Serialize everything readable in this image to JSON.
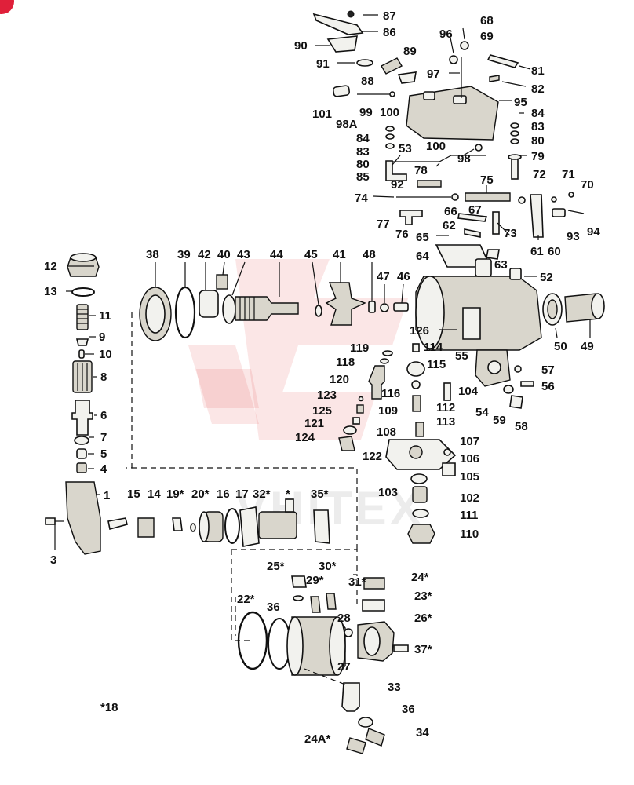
{
  "watermark": "VHITEX",
  "note": "*18",
  "labels": {
    "l87": "87",
    "l86": "86",
    "l90": "90",
    "l91": "91",
    "l88": "88",
    "l89": "89",
    "l96": "96",
    "l68": "68",
    "l69": "69",
    "l97": "97",
    "l81": "81",
    "l82": "82",
    "l95": "95",
    "l101": "101",
    "l99": "99",
    "l100a": "100",
    "l98A": "98A",
    "l84a": "84",
    "l83a": "83",
    "l80a": "80",
    "l85": "85",
    "l53": "53",
    "l100b": "100",
    "l98": "98",
    "l84b": "84",
    "l83b": "83",
    "l80b": "80",
    "l79": "79",
    "l78": "78",
    "l92": "92",
    "l75": "75",
    "l72": "72",
    "l71": "71",
    "l70": "70",
    "l74": "74",
    "l66": "66",
    "l67": "67",
    "l77": "77",
    "l76": "76",
    "l65": "65",
    "l62": "62",
    "l73": "73",
    "l93": "93",
    "l94": "94",
    "l61": "61",
    "l60": "60",
    "l64": "64",
    "l63": "63",
    "l12": "12",
    "l13": "13",
    "l11": "11",
    "l9": "9",
    "l10": "10",
    "l8": "8",
    "l6": "6",
    "l7": "7",
    "l5": "5",
    "l4": "4",
    "l1": "1",
    "l3": "3",
    "l38": "38",
    "l39": "39",
    "l42": "42",
    "l40": "40",
    "l43": "43",
    "l44": "44",
    "l45": "45",
    "l41": "41",
    "l48": "48",
    "l47": "47",
    "l46": "46",
    "l52": "52",
    "l50": "50",
    "l49": "49",
    "l126": "126",
    "l114": "114",
    "l115": "115",
    "l119": "119",
    "l118": "118",
    "l120": "120",
    "l116": "116",
    "l112": "112",
    "l123": "123",
    "l125": "125",
    "l109": "109",
    "l113": "113",
    "l121": "121",
    "l124": "124",
    "l108": "108",
    "l122": "122",
    "l55": "55",
    "l57": "57",
    "l104": "104",
    "l56": "56",
    "l54": "54",
    "l59": "59",
    "l58": "58",
    "l107": "107",
    "l106": "106",
    "l105": "105",
    "l103": "103",
    "l102": "102",
    "l111": "111",
    "l110": "110",
    "l15": "15",
    "l14": "14",
    "l19": "19*",
    "l20": "20*",
    "l16": "16",
    "l17": "17",
    "l32": "32*",
    "lstar": "*",
    "l35": "35*",
    "l25": "25*",
    "l30": "30*",
    "l24": "24*",
    "l29": "29*",
    "l31": "31*",
    "l22": "22*",
    "l36a": "36",
    "l23": "23*",
    "l28": "28",
    "l26": "26*",
    "l37": "37*",
    "l27": "27",
    "l33": "33",
    "l36b": "36",
    "l24A": "24A*",
    "l34": "34"
  }
}
